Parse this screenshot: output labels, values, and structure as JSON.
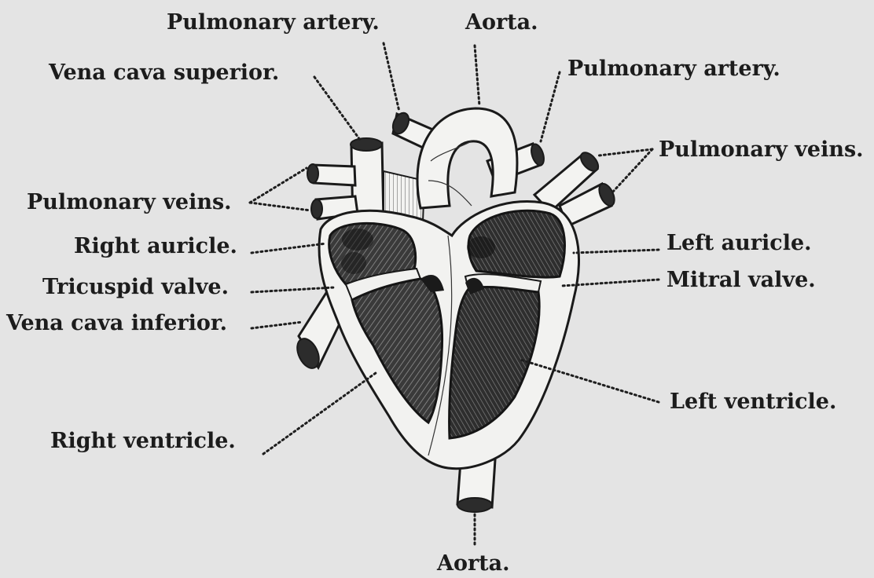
{
  "labels": {
    "pulmonary_artery_top": "Pulmonary artery.",
    "aorta_top": "Aorta.",
    "vena_cava_superior": "Vena cava superior.",
    "pulmonary_artery_right": "Pulmonary artery.",
    "pulmonary_veins_right": "Pulmonary veins.",
    "pulmonary_veins_left": "Pulmonary veins.",
    "right_auricle": "Right auricle.",
    "left_auricle": "Left auricle.",
    "tricuspid_valve": "Tricuspid valve.",
    "mitral_valve": "Mitral valve.",
    "vena_cava_inferior": "Vena cava inferior.",
    "left_ventricle": "Left ventricle.",
    "right_ventricle": "Right ventricle.",
    "aorta_bottom": "Aorta."
  },
  "colors": {
    "paper": "#e4e4e4",
    "ink": "#1c1c1c",
    "wall": "#f2f2f0"
  }
}
